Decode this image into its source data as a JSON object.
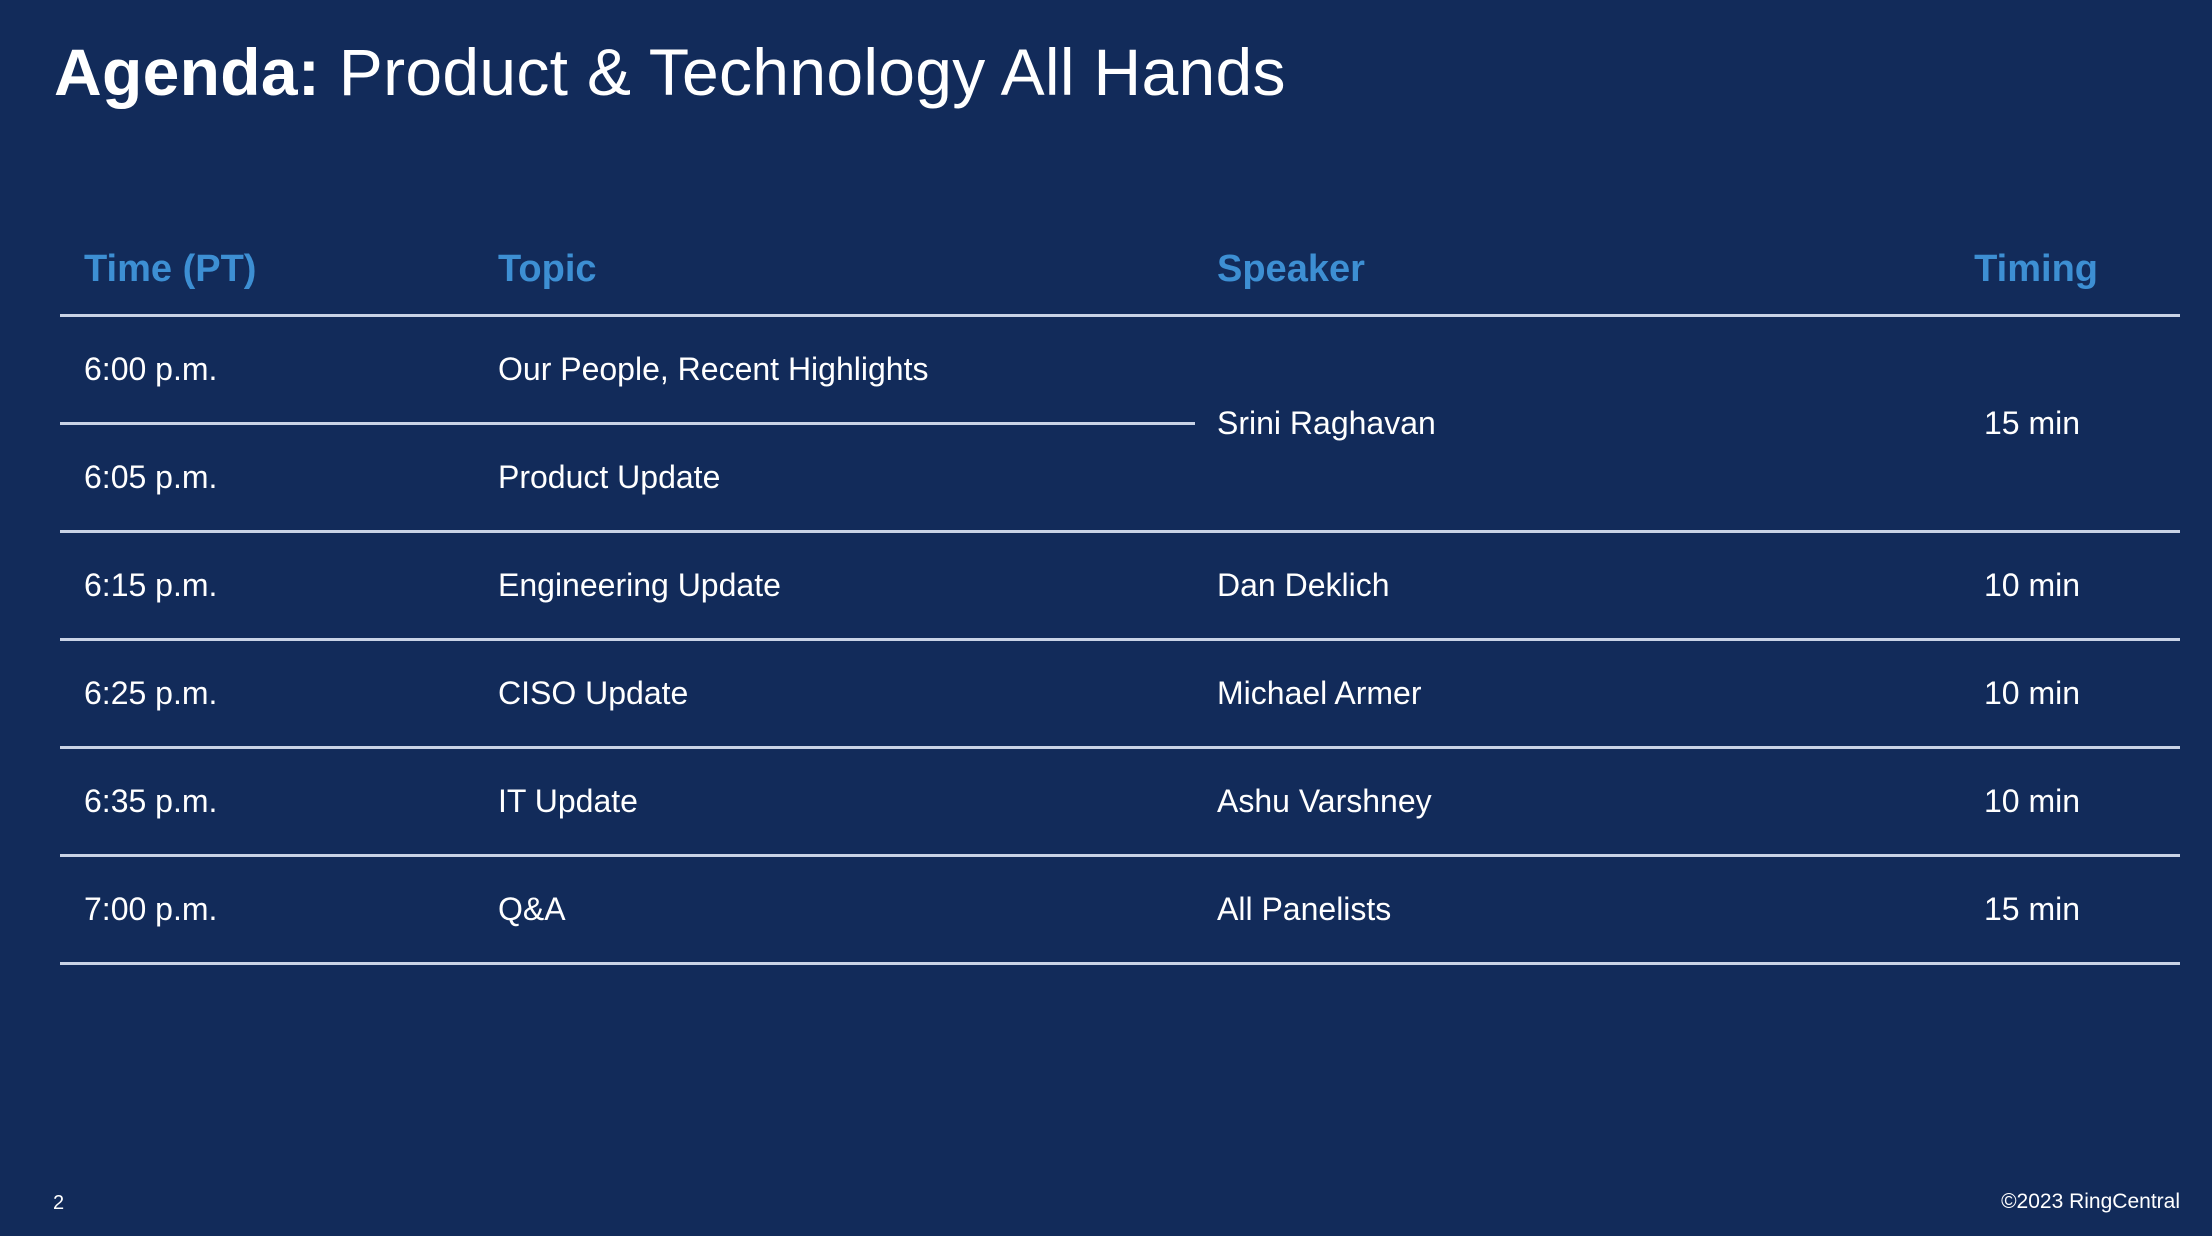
{
  "title": {
    "bold": "Agenda:",
    "rest": " Product & Technology All Hands"
  },
  "table": {
    "headers": {
      "time": "Time (PT)",
      "topic": "Topic",
      "speaker": "Speaker",
      "timing": "Timing"
    },
    "group": {
      "rows": [
        {
          "time": "6:00 p.m.",
          "topic": "Our People, Recent Highlights"
        },
        {
          "time": "6:05 p.m.",
          "topic": "Product Update"
        }
      ],
      "speaker": "Srini Raghavan",
      "timing": "15 min"
    },
    "rows": [
      {
        "time": "6:15 p.m.",
        "topic": "Engineering Update",
        "speaker": "Dan Deklich",
        "timing": "10 min"
      },
      {
        "time": "6:25 p.m.",
        "topic": "CISO Update",
        "speaker": "Michael Armer",
        "timing": "10 min"
      },
      {
        "time": "6:35 p.m.",
        "topic": "IT Update",
        "speaker": "Ashu Varshney",
        "timing": "10 min"
      },
      {
        "time": "7:00 p.m.",
        "topic": "Q&A",
        "speaker": "All Panelists",
        "timing": "15 min"
      }
    ]
  },
  "footer": {
    "page_number": "2",
    "copyright": "©2023 RingCentral"
  }
}
